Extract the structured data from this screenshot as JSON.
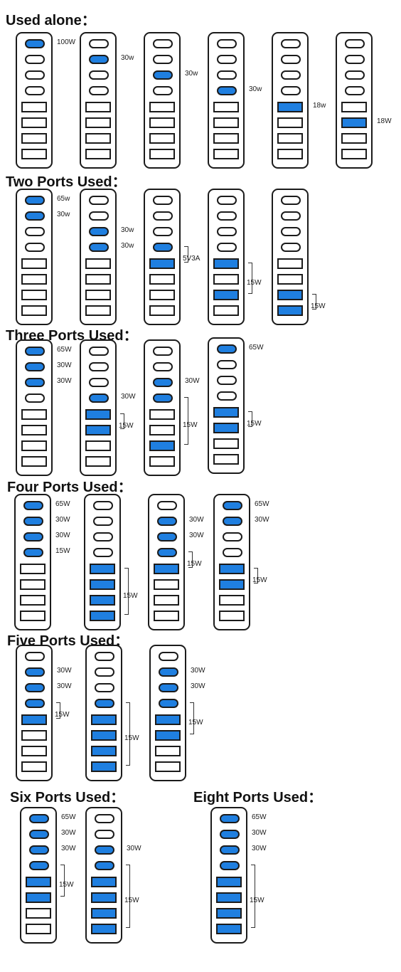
{
  "sections": [
    {
      "title": "Used alone：",
      "hubs": [
        {
          "active": [
            0
          ],
          "labels": [
            {
              "port": 0,
              "text": "100W"
            }
          ],
          "groups": []
        },
        {
          "active": [
            1
          ],
          "labels": [
            {
              "port": 1,
              "text": "30w"
            }
          ],
          "groups": []
        },
        {
          "active": [
            2
          ],
          "labels": [
            {
              "port": 2,
              "text": "30w"
            }
          ],
          "groups": []
        },
        {
          "active": [
            3
          ],
          "labels": [
            {
              "port": 3,
              "text": "30w"
            }
          ],
          "groups": []
        },
        {
          "active": [
            4
          ],
          "labels": [
            {
              "port": 4,
              "text": "18w"
            }
          ],
          "groups": []
        },
        {
          "active": [
            5
          ],
          "labels": [
            {
              "port": 5,
              "text": "18W"
            }
          ],
          "groups": []
        }
      ]
    },
    {
      "title": "Two Ports Used：",
      "hubs": [
        {
          "active": [
            0,
            1
          ],
          "labels": [
            {
              "port": 0,
              "text": "65w"
            },
            {
              "port": 1,
              "text": "30w"
            }
          ],
          "groups": []
        },
        {
          "active": [
            2,
            3
          ],
          "labels": [
            {
              "port": 2,
              "text": "30w"
            },
            {
              "port": 3,
              "text": "30w"
            }
          ],
          "groups": []
        },
        {
          "active": [
            3,
            4
          ],
          "labels": [],
          "groups": [
            {
              "from": 3,
              "to": 4,
              "text": "5V3A"
            }
          ]
        },
        {
          "active": [
            4,
            6
          ],
          "labels": [],
          "groups": [
            {
              "from": 4,
              "to": 6,
              "text": "15W"
            }
          ]
        },
        {
          "active": [
            6,
            7
          ],
          "labels": [],
          "groups": [
            {
              "from": 6,
              "to": 7,
              "text": "15W"
            }
          ]
        }
      ]
    },
    {
      "title": "Three Ports Used：",
      "hubs": [
        {
          "active": [
            0,
            1,
            2
          ],
          "labels": [
            {
              "port": 0,
              "text": "65W"
            },
            {
              "port": 1,
              "text": "30W"
            },
            {
              "port": 2,
              "text": "30W"
            }
          ],
          "groups": []
        },
        {
          "active": [
            3,
            4,
            5
          ],
          "labels": [
            {
              "port": 3,
              "text": "30W"
            }
          ],
          "groups": [
            {
              "from": 4,
              "to": 5,
              "text": "15W"
            }
          ]
        },
        {
          "active": [
            2,
            3,
            6
          ],
          "labels": [
            {
              "port": 2,
              "text": "30W"
            }
          ],
          "groups": [
            {
              "from": 3,
              "to": 6,
              "text": "15W"
            }
          ]
        },
        {
          "active": [
            0,
            4,
            5
          ],
          "labels": [
            {
              "port": 0,
              "text": "65W"
            }
          ],
          "groups": [
            {
              "from": 4,
              "to": 5,
              "text": "15W"
            }
          ]
        }
      ]
    },
    {
      "title": "Four Ports Used：",
      "hubs": [
        {
          "active": [
            0,
            1,
            2,
            3
          ],
          "labels": [
            {
              "port": 0,
              "text": "65W"
            },
            {
              "port": 1,
              "text": "30W"
            },
            {
              "port": 2,
              "text": "30W"
            },
            {
              "port": 3,
              "text": "15W"
            }
          ],
          "groups": []
        },
        {
          "active": [
            4,
            5,
            6,
            7
          ],
          "labels": [],
          "groups": [
            {
              "from": 4,
              "to": 7,
              "text": "15W"
            }
          ]
        },
        {
          "active": [
            1,
            2,
            3,
            4
          ],
          "labels": [
            {
              "port": 1,
              "text": "30W"
            },
            {
              "port": 2,
              "text": "30W"
            }
          ],
          "groups": [
            {
              "from": 3,
              "to": 4,
              "text": "15W"
            }
          ]
        },
        {
          "active": [
            0,
            1,
            4,
            5
          ],
          "labels": [
            {
              "port": 0,
              "text": "65W"
            },
            {
              "port": 1,
              "text": "30W"
            }
          ],
          "groups": [
            {
              "from": 4,
              "to": 5,
              "text": "15W"
            }
          ]
        }
      ]
    },
    {
      "title": "Five Ports Used：",
      "hubs": [
        {
          "active": [
            1,
            2,
            3,
            4
          ],
          "labels": [
            {
              "port": 1,
              "text": "30W"
            },
            {
              "port": 2,
              "text": "30W"
            }
          ],
          "groups": [
            {
              "from": 3,
              "to": 4,
              "text": "15W"
            }
          ]
        },
        {
          "active": [
            3,
            4,
            5,
            6,
            7
          ],
          "labels": [],
          "groups": [
            {
              "from": 3,
              "to": 7,
              "text": "15W"
            }
          ]
        },
        {
          "active": [
            1,
            2,
            3,
            4,
            5
          ],
          "labels": [
            {
              "port": 1,
              "text": "30W"
            },
            {
              "port": 2,
              "text": "30W"
            }
          ],
          "groups": [
            {
              "from": 3,
              "to": 5,
              "text": "15W"
            }
          ]
        }
      ]
    },
    {
      "title": "Six Ports Used：",
      "hubs": [
        {
          "active": [
            0,
            1,
            2,
            3,
            4,
            5
          ],
          "labels": [
            {
              "port": 0,
              "text": "65W"
            },
            {
              "port": 1,
              "text": "30W"
            },
            {
              "port": 2,
              "text": "30W"
            }
          ],
          "groups": [
            {
              "from": 3,
              "to": 5,
              "text": "15W"
            }
          ]
        },
        {
          "active": [
            2,
            3,
            4,
            5,
            6,
            7
          ],
          "labels": [
            {
              "port": 2,
              "text": "30W"
            }
          ],
          "groups": [
            {
              "from": 3,
              "to": 7,
              "text": "15W"
            }
          ]
        }
      ]
    },
    {
      "title": "Eight Ports Used：",
      "hubs": [
        {
          "active": [
            0,
            1,
            2,
            3,
            4,
            5,
            6,
            7
          ],
          "labels": [
            {
              "port": 0,
              "text": "65W"
            },
            {
              "port": 1,
              "text": "30W"
            },
            {
              "port": 2,
              "text": "30W"
            }
          ],
          "groups": [
            {
              "from": 3,
              "to": 7,
              "text": "15W"
            }
          ]
        }
      ]
    }
  ],
  "colors": {
    "active_port": "#1f7fe0",
    "outline": "#1b1b1b",
    "bracket": "#333333"
  }
}
